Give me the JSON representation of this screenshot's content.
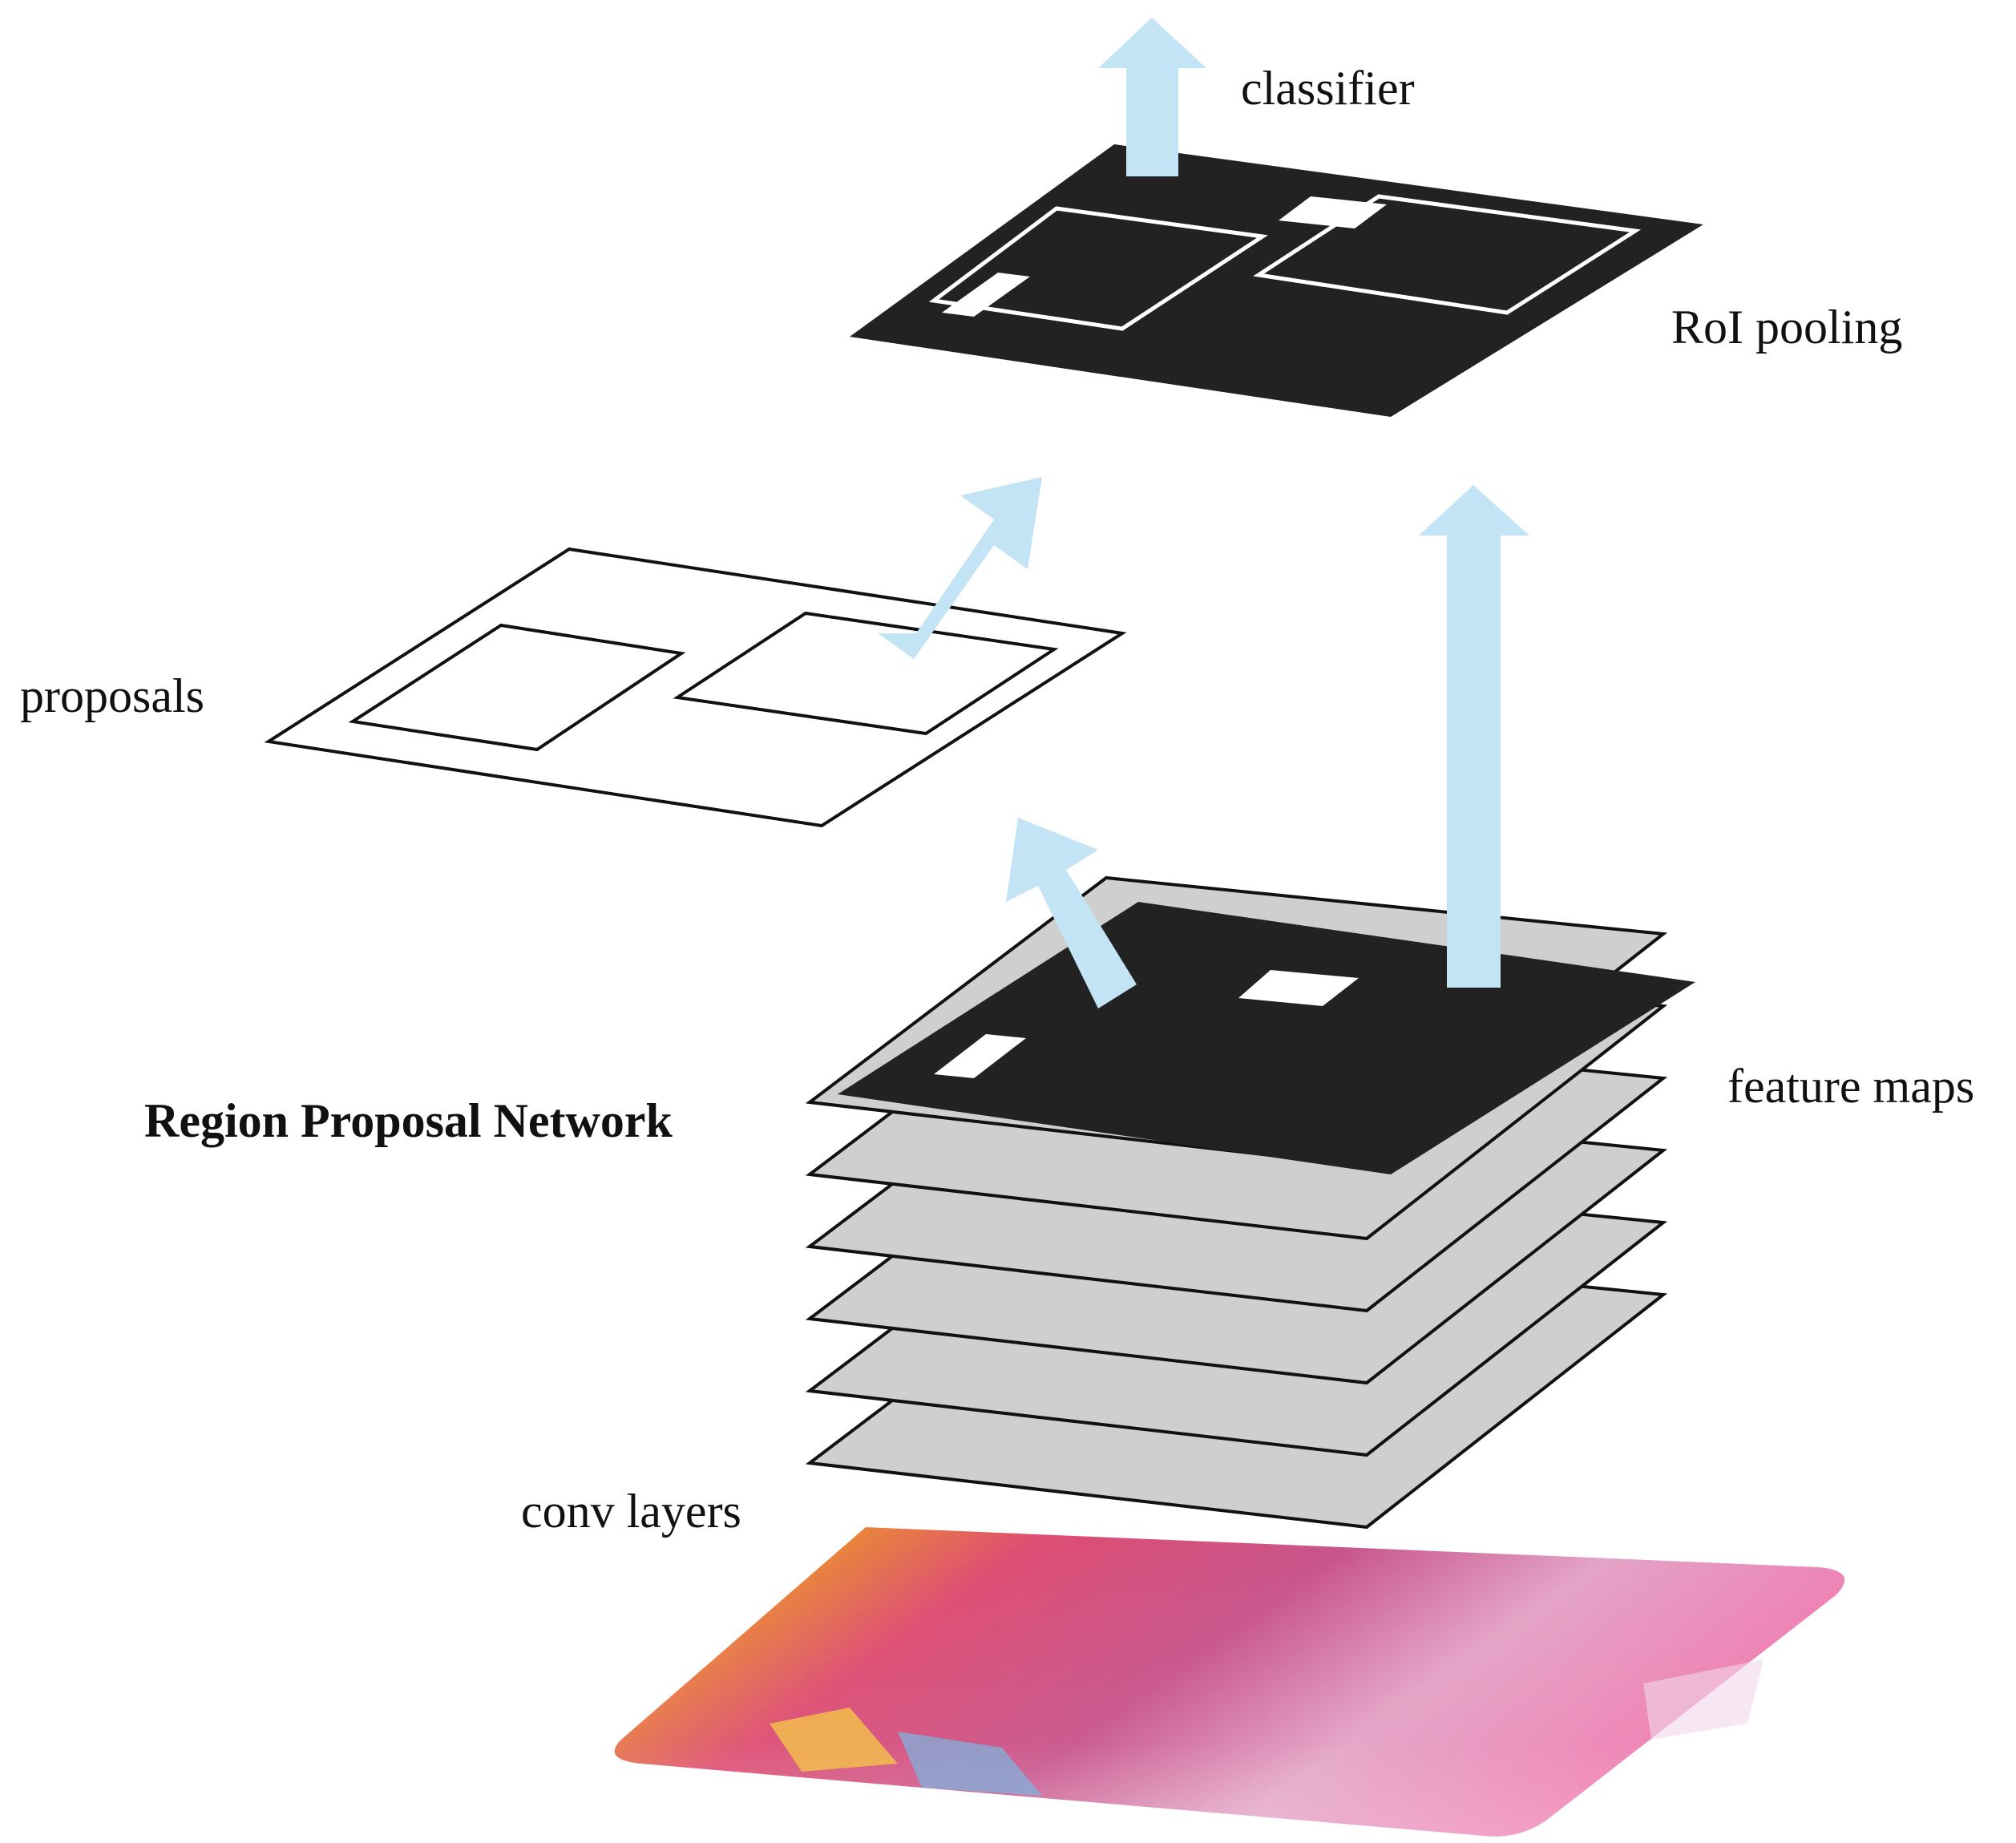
{
  "labels": {
    "classifier": "classifier",
    "roi_pooling": "RoI pooling",
    "proposals": "proposals",
    "region_proposal_network": "Region Proposal Network",
    "feature_maps": "feature maps",
    "conv_layers": "conv layers"
  },
  "colors": {
    "arrow": "#c3e4f4",
    "feature_map": "#222222",
    "conv_layer": "#cfcfcf",
    "outline": "#111111",
    "background": "#ffffff"
  },
  "conv_layer_count": 6
}
